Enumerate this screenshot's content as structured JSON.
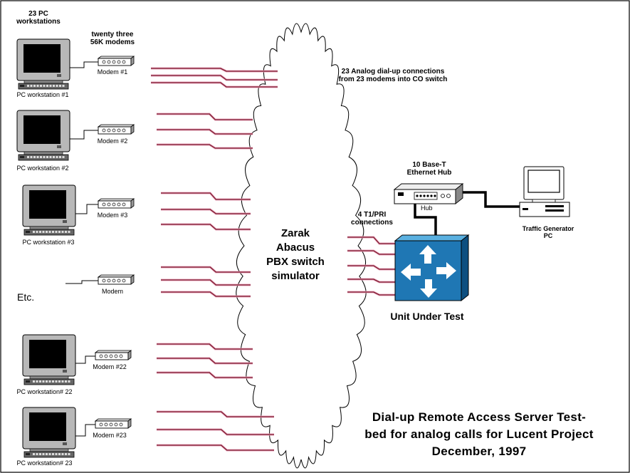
{
  "colors": {
    "background": "#ffffff",
    "frame": "#000000",
    "line_dark": "#7a1a2e",
    "line_light": "#e8a0b8",
    "monitor_frame": "#b8b8b8",
    "monitor_screen": "#000000",
    "cloud_fill": "#ffffff",
    "hub_fill": "#ffffff",
    "uut_fill": "#1f77b4",
    "uut_top": "#5ab0e0",
    "uut_side": "#0d4f80",
    "arrow": "#ffffff"
  },
  "icons": {
    "workstation": "pc-workstation-icon",
    "modem": "modem-icon",
    "cloud": "cloud-icon",
    "hub": "ethernet-hub-icon",
    "uut": "router-icon",
    "traffic_pc": "desktop-pc-icon"
  },
  "labels": {
    "header_pc_line1": "23 PC",
    "header_pc_line2": "workstations",
    "header_modems_line1": "twenty three",
    "header_modems_line2": "56K modems",
    "analog_note_line1": "23 Analog dial-up connections",
    "analog_note_line2": "from 23 modems into CO switch",
    "cloud_line1": "Zarak",
    "cloud_line2": "Abacus",
    "cloud_line3": "PBX switch",
    "cloud_line4": "simulator",
    "hub_title_line1": "10 Base-T",
    "hub_title_line2": "Ethernet Hub",
    "hub_small": "Hub",
    "t1_line1": "4 T1/PRI",
    "t1_line2": "connections",
    "traffic_line1": "Traffic Generator",
    "traffic_line2": "PC",
    "uut": "Unit Under Test",
    "etc": "Etc.",
    "title_line1": "Dial-up Remote Access Server Test-",
    "title_line2": "bed for analog calls for Lucent Project",
    "title_line3": "December, 1997"
  },
  "stations": [
    {
      "pc_label": "PC workstation #1",
      "modem_label": "Modem #1"
    },
    {
      "pc_label": "PC workstation #2",
      "modem_label": "Modem #2"
    },
    {
      "pc_label": "PC workstation #3",
      "modem_label": "Modem #3"
    },
    {
      "pc_label": "",
      "modem_label": "Modem"
    },
    {
      "pc_label": "PC workstation# 22",
      "modem_label": "Modem #22"
    },
    {
      "pc_label": "PC workstation# 23",
      "modem_label": "Modem #23"
    }
  ]
}
